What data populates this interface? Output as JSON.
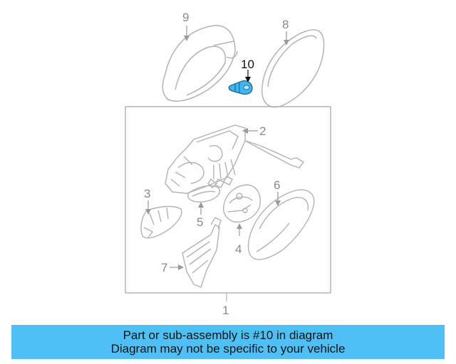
{
  "colors": {
    "line": "#b3b3b3",
    "highlight_fill": "#3cb6f0",
    "banner": "#4fc0f5"
  },
  "callouts": {
    "c1": "1",
    "c2": "2",
    "c3": "3",
    "c4": "4",
    "c5": "5",
    "c6": "6",
    "c7": "7",
    "c8": "8",
    "c9": "9",
    "c10": "10"
  },
  "highlighted_part": "10",
  "banner": {
    "line1": "Part or sub-assembly is #10 in diagram",
    "line2": "Diagram may not be specific to your vehicle"
  }
}
